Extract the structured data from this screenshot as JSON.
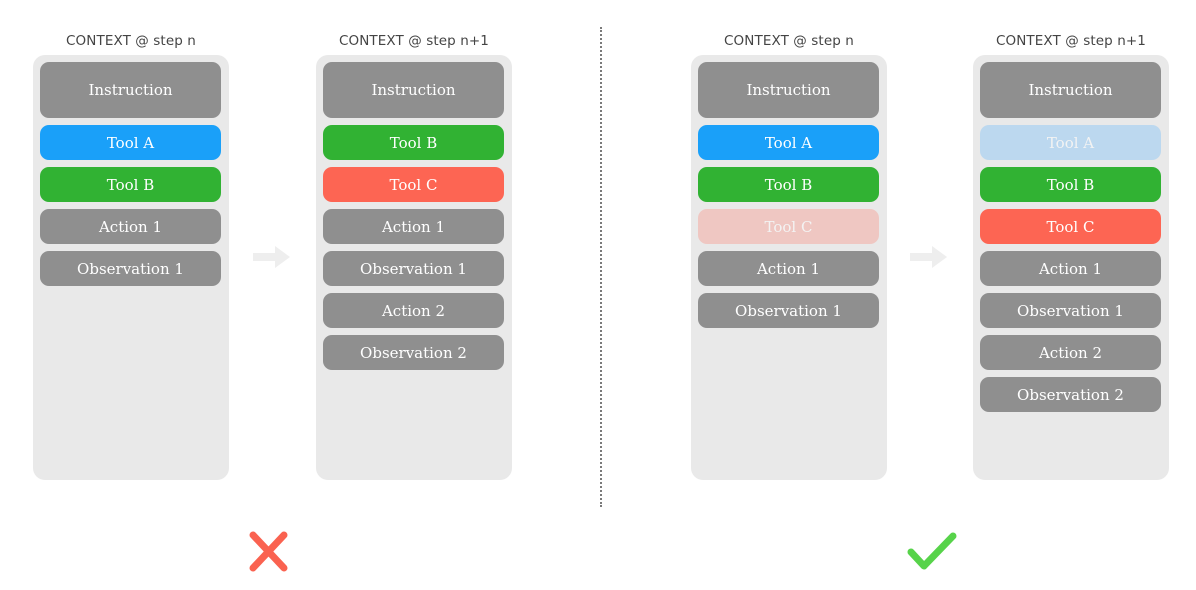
{
  "colors": {
    "instruction": "#8f8f8f",
    "gray": "#8f8f8f",
    "tool_a": "#1aa0f9",
    "tool_b": "#31b233",
    "tool_c": "#fd6553",
    "tool_a_faded": "#bcd8ef",
    "tool_c_faded": "#efc7c2",
    "faded_text": "#f3f3f3",
    "panel": "#e9e9e9",
    "arrow": "#eeeeee",
    "cross": "#fa6250",
    "check": "#57d34a"
  },
  "panels": [
    {
      "title": "CONTEXT @ step n",
      "items": [
        {
          "label": "Instruction",
          "kind": "instruction"
        },
        {
          "label": "Tool A",
          "kind": "tool_a"
        },
        {
          "label": "Tool B",
          "kind": "tool_b"
        },
        {
          "label": "Action 1",
          "kind": "gray"
        },
        {
          "label": "Observation 1",
          "kind": "gray"
        }
      ]
    },
    {
      "title": "CONTEXT @ step n+1",
      "items": [
        {
          "label": "Instruction",
          "kind": "instruction"
        },
        {
          "label": "Tool B",
          "kind": "tool_b"
        },
        {
          "label": "Tool C",
          "kind": "tool_c"
        },
        {
          "label": "Action 1",
          "kind": "gray"
        },
        {
          "label": "Observation 1",
          "kind": "gray"
        },
        {
          "label": "Action 2",
          "kind": "gray"
        },
        {
          "label": "Observation 2",
          "kind": "gray"
        }
      ]
    },
    {
      "title": "CONTEXT @ step n",
      "items": [
        {
          "label": "Instruction",
          "kind": "instruction"
        },
        {
          "label": "Tool A",
          "kind": "tool_a"
        },
        {
          "label": "Tool B",
          "kind": "tool_b"
        },
        {
          "label": "Tool C",
          "kind": "tool_c_faded"
        },
        {
          "label": "Action 1",
          "kind": "gray"
        },
        {
          "label": "Observation 1",
          "kind": "gray"
        }
      ]
    },
    {
      "title": "CONTEXT @ step n+1",
      "items": [
        {
          "label": "Instruction",
          "kind": "instruction"
        },
        {
          "label": "Tool A",
          "kind": "tool_a_faded"
        },
        {
          "label": "Tool B",
          "kind": "tool_b"
        },
        {
          "label": "Tool C",
          "kind": "tool_c"
        },
        {
          "label": "Action 1",
          "kind": "gray"
        },
        {
          "label": "Observation 1",
          "kind": "gray"
        },
        {
          "label": "Action 2",
          "kind": "gray"
        },
        {
          "label": "Observation 2",
          "kind": "gray"
        }
      ]
    }
  ],
  "icons": {
    "transition_left": "arrow-right-icon",
    "transition_right": "arrow-right-icon",
    "bad": "cross-icon",
    "good": "checkmark-icon"
  }
}
